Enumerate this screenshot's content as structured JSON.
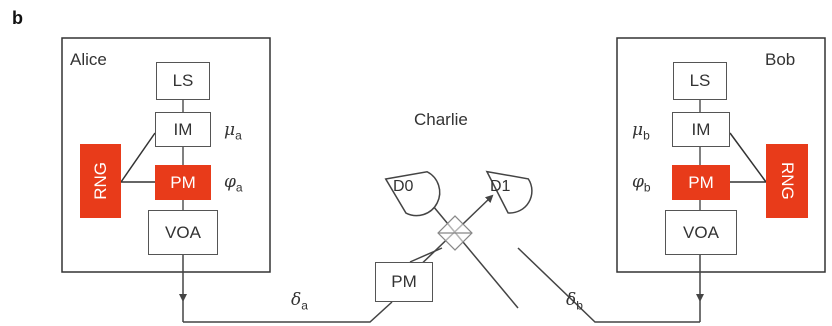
{
  "panel_label": "b",
  "alice": {
    "title": "Alice",
    "ls": "LS",
    "im": "IM",
    "pm": "PM",
    "voa": "VOA",
    "rng": "RNG",
    "mu_symbol": "μ",
    "mu_sub": "a",
    "phi_symbol": "φ",
    "phi_sub": "a"
  },
  "bob": {
    "title": "Bob",
    "ls": "LS",
    "im": "IM",
    "pm": "PM",
    "voa": "VOA",
    "rng": "RNG",
    "mu_symbol": "μ",
    "mu_sub": "b",
    "phi_symbol": "φ",
    "phi_sub": "b"
  },
  "charlie": {
    "title": "Charlie",
    "pm": "PM",
    "d0": "D0",
    "d1": "D1"
  },
  "channels": {
    "delta_symbol": "δ",
    "delta_a_sub": "a",
    "delta_b_sub": "b"
  },
  "colors": {
    "rng_red": "#e83b1a",
    "line": "#444444"
  }
}
